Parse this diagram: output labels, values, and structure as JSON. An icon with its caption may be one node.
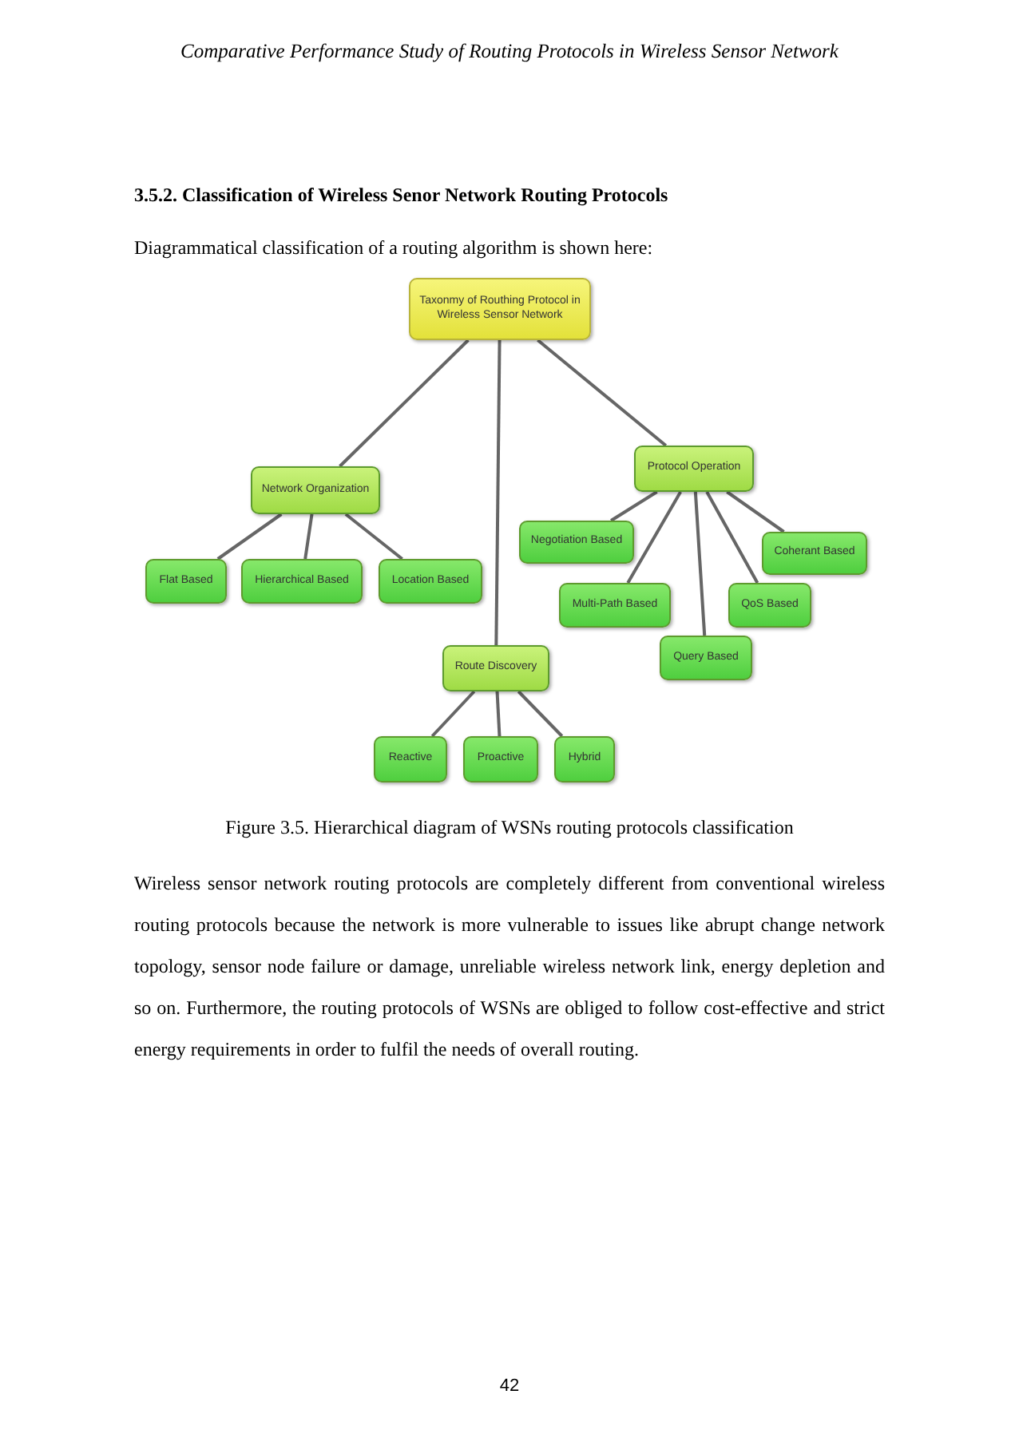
{
  "diagram": {
    "caption": "Figure 3.5. Hierarchical diagram of WSNs routing protocols classification",
    "nodes": [
      {
        "text": [
          "Taxonmy of Routhing Protocol in Wireless Sensor Network"
        ]
      },
      {
        "text": [
          "Network Organization"
        ]
      },
      {
        "text": [
          "Protocol Operation"
        ]
      },
      {
        "text": [
          "Route Discovery"
        ]
      },
      {
        "text": [
          "Flat Based"
        ]
      },
      {
        "text": [
          "Hierarchical Based"
        ]
      },
      {
        "text": [
          "Location Based"
        ]
      },
      {
        "text": [
          "Negotiation Based"
        ]
      },
      {
        "text": [
          "Coherant Based"
        ]
      },
      {
        "text": [
          "Multi-Path Based"
        ]
      },
      {
        "text": [
          "QoS Based"
        ]
      },
      {
        "text": [
          "Query Based"
        ]
      },
      {
        "text": [
          "Reactive"
        ]
      },
      {
        "text": [
          "Proactive"
        ]
      },
      {
        "text": [
          "Hybrid"
        ]
      }
    ],
    "edges": [
      {
        "from": 0,
        "to": 1,
        "arrow": "none"
      },
      {
        "from": 0,
        "to": 3,
        "arrow": "none"
      },
      {
        "from": 0,
        "to": 2,
        "arrow": "none"
      },
      {
        "from": 1,
        "to": 4,
        "arrow": "none"
      },
      {
        "from": 1,
        "to": 5,
        "arrow": "none"
      },
      {
        "from": 1,
        "to": 6,
        "arrow": "none"
      },
      {
        "from": 2,
        "to": 7,
        "arrow": "none"
      },
      {
        "from": 2,
        "to": 9,
        "arrow": "none"
      },
      {
        "from": 2,
        "to": 11,
        "arrow": "none"
      },
      {
        "from": 2,
        "to": 10,
        "arrow": "none"
      },
      {
        "from": 2,
        "to": 8,
        "arrow": "none"
      },
      {
        "from": 3,
        "to": 12,
        "arrow": "none"
      },
      {
        "from": 3,
        "to": 13,
        "arrow": "none"
      },
      {
        "from": 3,
        "to": 14,
        "arrow": "none"
      }
    ],
    "labels": [
      "Comparative Performance Study of Routing Protocols in Wireless Sensor Network",
      "3.5.2. Classification of Wireless Senor Network Routing Protocols",
      "Diagrammatical classification of a routing algorithm is shown here:",
      "Wireless sensor network routing protocols are completely different from conventional wireless routing protocols because the network is more vulnerable to issues like abrupt change network topology, sensor node failure or damage, unreliable wireless network link, energy depletion and so on. Furthermore, the routing protocols of WSNs are obliged to follow cost-effective and strict energy requirements in order to fulfil the needs of overall routing.",
      "42"
    ]
  }
}
